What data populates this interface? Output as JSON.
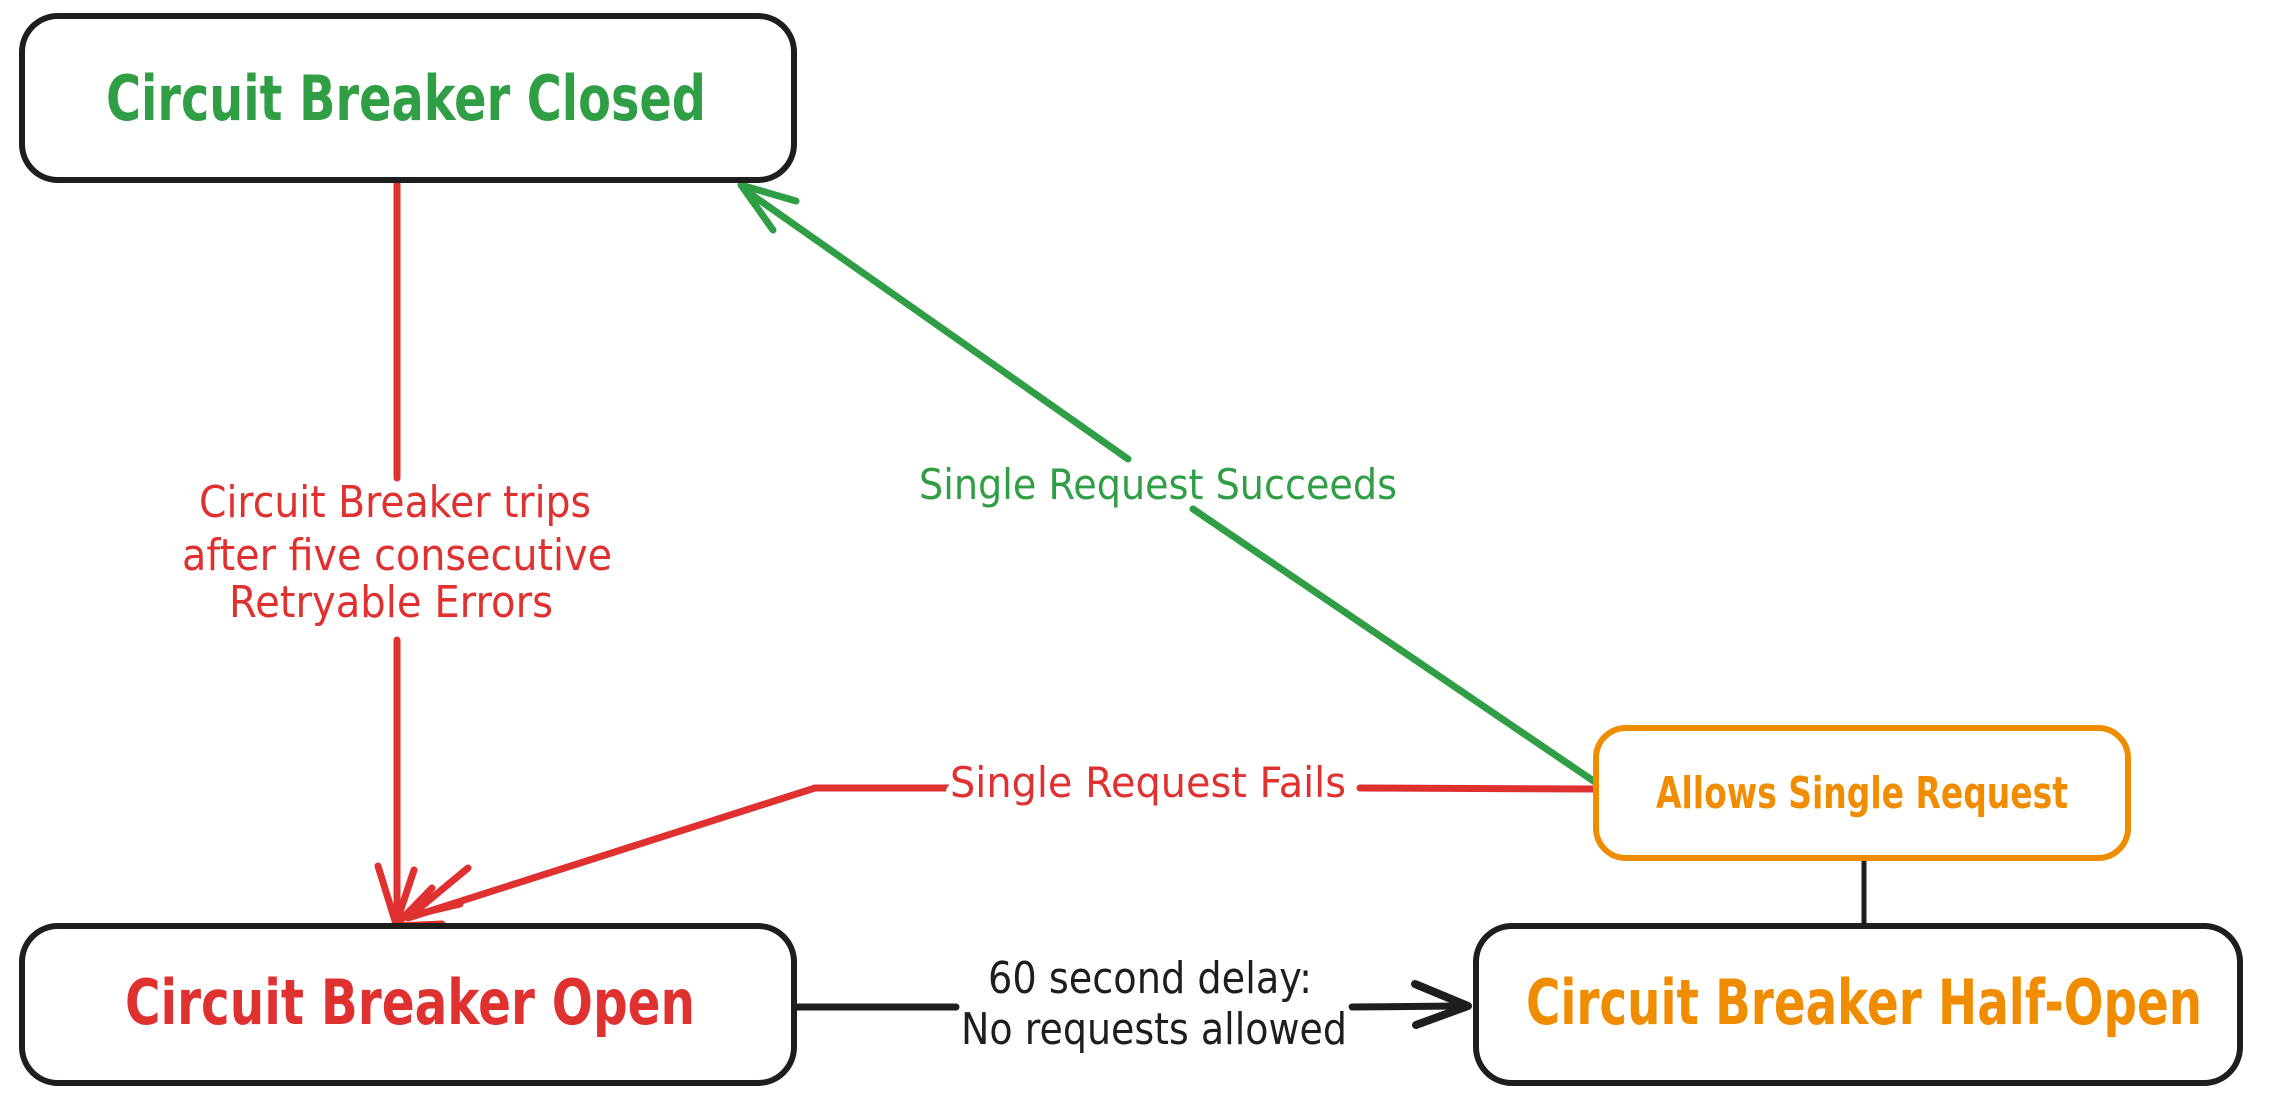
{
  "diagram": {
    "kind": "circuit-breaker-state-diagram"
  },
  "nodes": {
    "closed": {
      "label": "Circuit Breaker Closed"
    },
    "open": {
      "label": "Circuit Breaker Open"
    },
    "half_open": {
      "label": "Circuit Breaker Half-Open"
    },
    "allows_single_request": {
      "label": "Allows Single Request"
    }
  },
  "edges": {
    "trips": {
      "from": "closed",
      "to": "open",
      "lines": [
        "Circuit Breaker trips",
        "after five consecutive",
        "Retryable Errors"
      ]
    },
    "succeeds": {
      "from": "allows_single_request",
      "to": "closed",
      "label": "Single Request Succeeds"
    },
    "fails": {
      "from": "allows_single_request",
      "to": "open",
      "label": "Single Request Fails"
    },
    "delay": {
      "from": "open",
      "to": "half_open",
      "lines": [
        "60 second delay:",
        "No requests allowed"
      ]
    }
  },
  "colors": {
    "green": "#2f9e44",
    "red": "#e03131",
    "orange": "#f08c00",
    "ink": "#1e1e1e",
    "background": "#ffffff"
  }
}
